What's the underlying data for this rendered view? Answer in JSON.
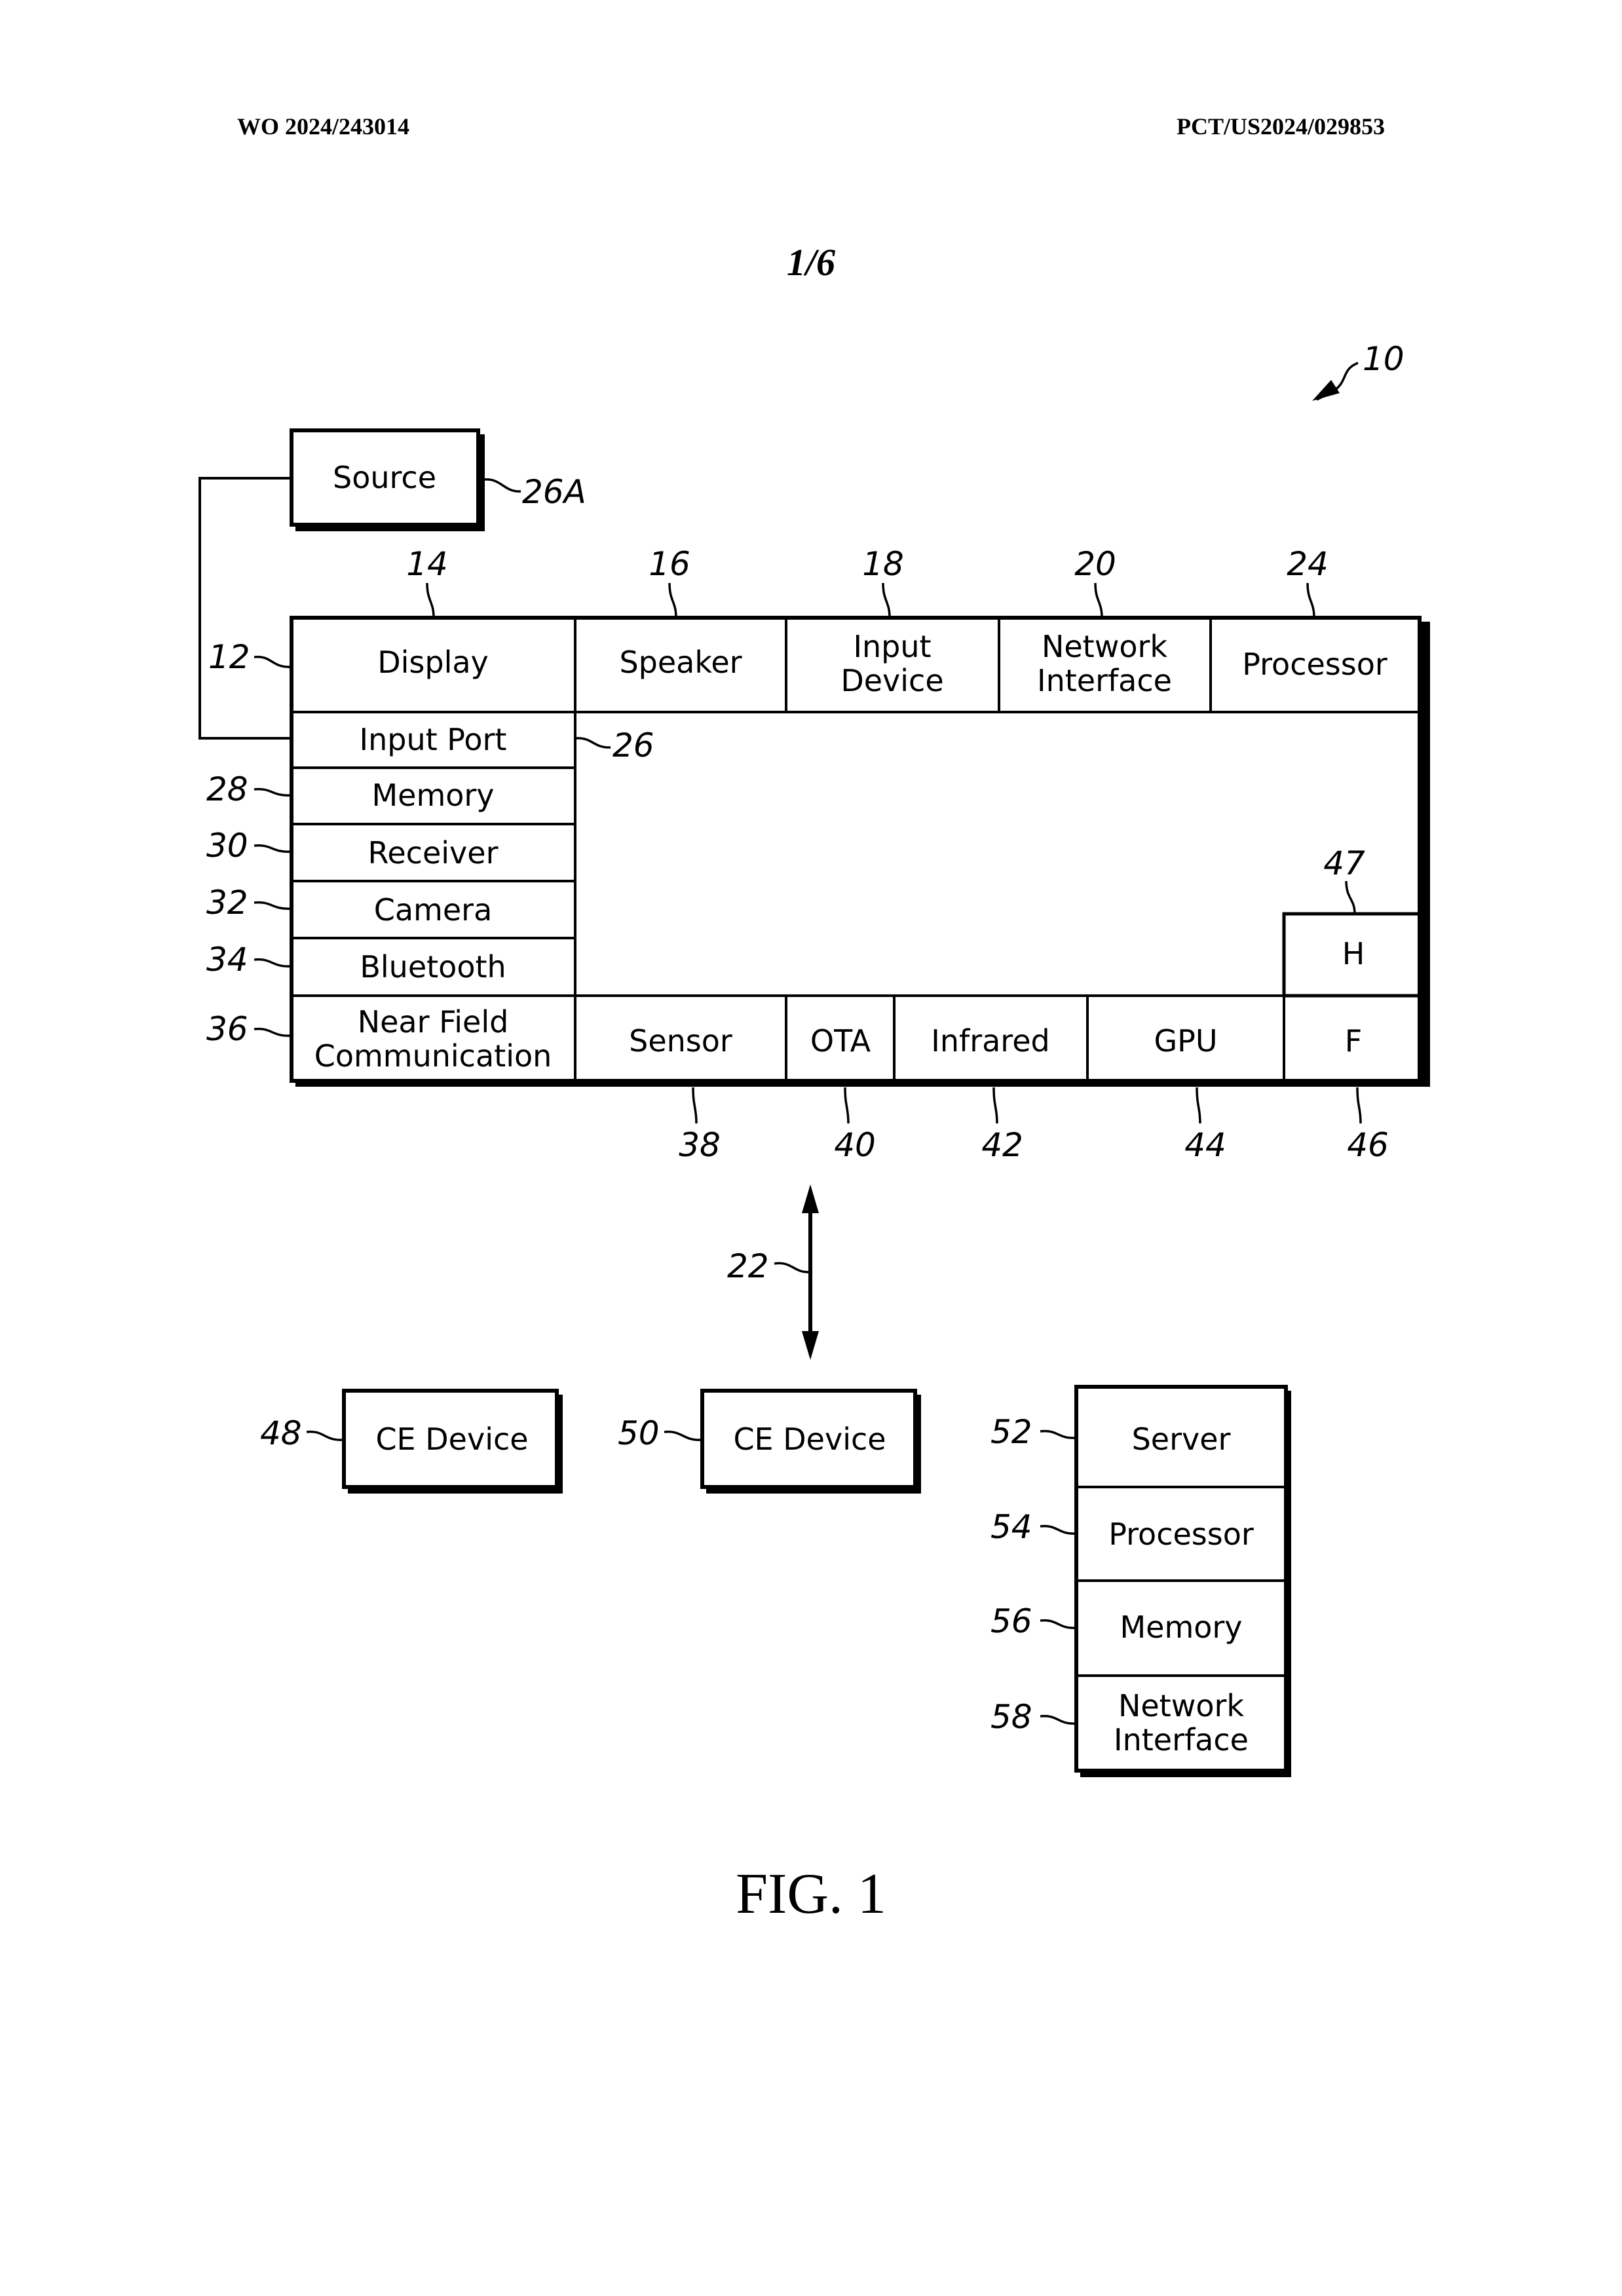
{
  "header": {
    "publication_number": "WO 2024/243014",
    "application_number": "PCT/US2024/029853",
    "sheet": "1/6"
  },
  "figure_caption": "FIG. 1",
  "system_ref": "10",
  "source": {
    "label": "Source",
    "ref": "26A"
  },
  "device": {
    "ref": "12",
    "top_row": [
      {
        "label": "Display",
        "ref": "14"
      },
      {
        "label": "Speaker",
        "ref": "16"
      },
      {
        "label": "Input\nDevice",
        "line1": "Input",
        "line2": "Device",
        "ref": "18"
      },
      {
        "label": "Network\nInterface",
        "line1": "Network",
        "line2": "Interface",
        "ref": "20"
      },
      {
        "label": "Processor",
        "ref": "24"
      }
    ],
    "left_column": [
      {
        "label": "Input Port",
        "ref": "26"
      },
      {
        "label": "Memory",
        "ref": "28"
      },
      {
        "label": "Receiver",
        "ref": "30"
      },
      {
        "label": "Camera",
        "ref": "32"
      },
      {
        "label": "Bluetooth",
        "ref": "34"
      },
      {
        "label": "Near Field Communication",
        "line1": "Near Field",
        "line2": "Communication",
        "ref": "36"
      }
    ],
    "bottom_row": [
      {
        "label": "Sensor",
        "ref": "38"
      },
      {
        "label": "OTA",
        "ref": "40"
      },
      {
        "label": "Infrared",
        "ref": "42"
      },
      {
        "label": "GPU",
        "ref": "44"
      },
      {
        "label": "F",
        "ref": "46"
      }
    ],
    "h_block": {
      "label": "H",
      "ref": "47"
    }
  },
  "network": {
    "ref": "22"
  },
  "ce_devices": [
    {
      "label": "CE Device",
      "ref": "48"
    },
    {
      "label": "CE Device",
      "ref": "50"
    }
  ],
  "server": {
    "rows": [
      {
        "label": "Server",
        "ref": "52"
      },
      {
        "label": "Processor",
        "ref": "54"
      },
      {
        "label": "Memory",
        "ref": "56"
      },
      {
        "label": "Network\nInterface",
        "line1": "Network",
        "line2": "Interface",
        "ref": "58"
      }
    ]
  }
}
